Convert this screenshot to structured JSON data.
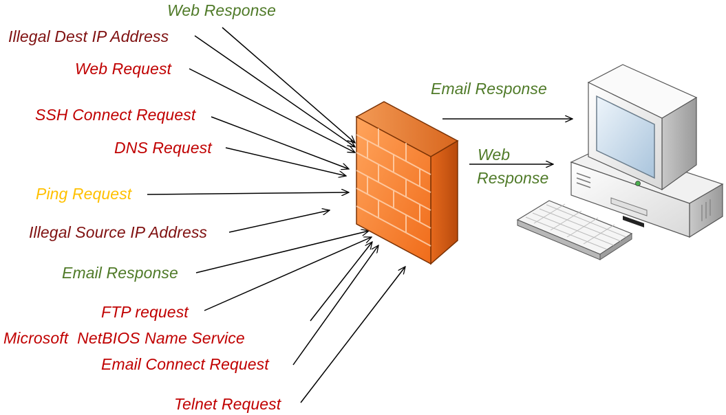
{
  "colors": {
    "dark_red": "#7f1010",
    "red": "#c00000",
    "green": "#4f7a28",
    "amber": "#ffc000",
    "firewall_orange": "#f47b2a",
    "arrow": "#000000"
  },
  "icons": [
    "firewall-icon",
    "computer-icon",
    "keyboard-icon"
  ],
  "labels": {
    "web_response_top": "Web Response",
    "illegal_dest": "Illegal Dest IP Address",
    "web_request": "Web Request",
    "ssh_connect": "SSH Connect Request",
    "dns_request": "DNS Request",
    "ping_request": "Ping Request",
    "illegal_source": "Illegal Source IP Address",
    "email_response_left": "Email Response",
    "ftp_request": "FTP request",
    "netbios": "Microsoft  NetBIOS Name Service",
    "email_connect": "Email Connect Request",
    "telnet_request": "Telnet Request",
    "email_response_right": "Email Response",
    "web_response_right_1": "Web",
    "web_response_right_2": "Response"
  }
}
